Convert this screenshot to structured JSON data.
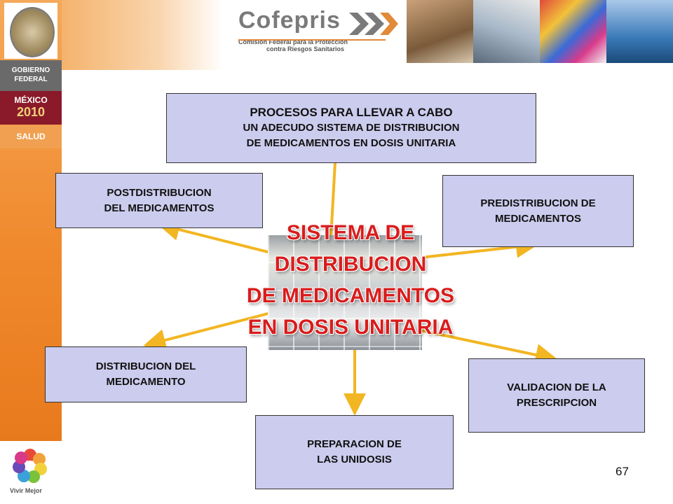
{
  "sidebar": {
    "gov_line1": "GOBIERNO",
    "gov_line2": "FEDERAL",
    "mexico": "MÉXICO",
    "year": "2010",
    "salud": "SALUD",
    "vivir_mejor": "Vivir Mejor"
  },
  "header": {
    "logo_word": "Cofepris",
    "logo_sub1": "Comisión Federal para la Protección",
    "logo_sub2": "contra Riesgos Sanitarios",
    "accent_color": "#e08a3a"
  },
  "diagram": {
    "center_title": [
      "SISTEMA DE",
      "DISTRIBUCION",
      "DE MEDICAMENTOS",
      "EN DOSIS UNITARIA"
    ],
    "center_color": "#d91c1c",
    "box_color": "#ccccee",
    "arrow_color": "#f2b622",
    "top_box": [
      "PROCESOS PARA LLEVAR A CABO",
      "UN ADECUDO SISTEMA DE DISTRIBUCION",
      "DE MEDICAMENTOS EN DOSIS UNITARIA"
    ],
    "postdistribucion": [
      "POSTDISTRIBUCION",
      "DEL MEDICAMENTOS"
    ],
    "predistribucion": [
      "PREDISTRIBUCION DE",
      "MEDICAMENTOS"
    ],
    "distribucion": [
      "DISTRIBUCION DEL",
      "MEDICAMENTO"
    ],
    "validacion": [
      "VALIDACION DE LA",
      "PRESCRIPCION"
    ],
    "preparacion": [
      "PREPARACION DE",
      "LAS UNIDOSIS"
    ]
  },
  "page_number": "67"
}
